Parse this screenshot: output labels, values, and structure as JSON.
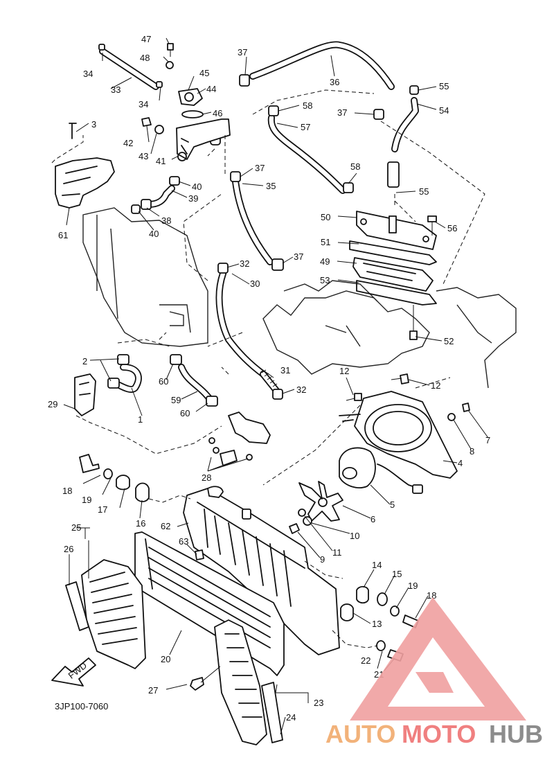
{
  "diagram_code": "3JP100-7060",
  "fwd_label": "FWD",
  "watermark": {
    "part1": "AUTO",
    "part2": "MOTO",
    "part3": "HUB",
    "color1": "#f2b27a",
    "color2": "#f08080",
    "color3": "#8c8c8c",
    "logo_color": "#f0a0a0"
  },
  "callouts": [
    "1",
    "2",
    "3",
    "4",
    "5",
    "6",
    "7",
    "8",
    "9",
    "10",
    "11",
    "12",
    "12",
    "13",
    "14",
    "15",
    "16",
    "17",
    "18",
    "18",
    "19",
    "19",
    "20",
    "21",
    "22",
    "23",
    "24",
    "25",
    "26",
    "27",
    "28",
    "29",
    "30",
    "31",
    "32",
    "32",
    "33",
    "34",
    "34",
    "35",
    "36",
    "37",
    "37",
    "37",
    "37",
    "38",
    "39",
    "40",
    "40",
    "41",
    "42",
    "43",
    "44",
    "45",
    "46",
    "47",
    "48",
    "49",
    "50",
    "51",
    "52",
    "53",
    "54",
    "55",
    "55",
    "56",
    "57",
    "58",
    "58",
    "59",
    "60",
    "60",
    "61",
    "62",
    "63"
  ]
}
